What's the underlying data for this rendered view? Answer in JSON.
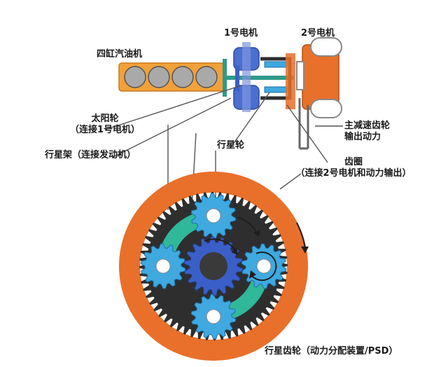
{
  "labels": {
    "motor1": "1号电机",
    "motor2": "2号电机",
    "engine": "四缸汽油机",
    "sun_gear_line1": "太阳轮",
    "sun_gear_line2": "（连接1号电机）",
    "planet_carrier": "行星架（连接发动机）",
    "planet_gear": "行星轮",
    "final_drive_line1": "主减速齿轮",
    "final_drive_line2": "输出动力",
    "ring_gear_line1": "齿圈",
    "ring_gear_line2": "（连接2号电机和动力输出）",
    "psd_caption": "行星齿轮（动力分配装置/PSD）"
  },
  "colors": {
    "ring_orange": "#E8702A",
    "ring_teeth_dark": "#2E2E2E",
    "carrier_green": "#2FB89A",
    "planet_blue": "#3FA9E0",
    "sun_blue": "#3B5FC8",
    "engine_orange": "#F2A13A",
    "engine_cylinder": "#A9A9A9",
    "motor1_blue": "#4A6FD0",
    "motor2_orange": "#E8702A",
    "shaft_teal": "#2F9A8A",
    "leader_line": "#555555"
  }
}
